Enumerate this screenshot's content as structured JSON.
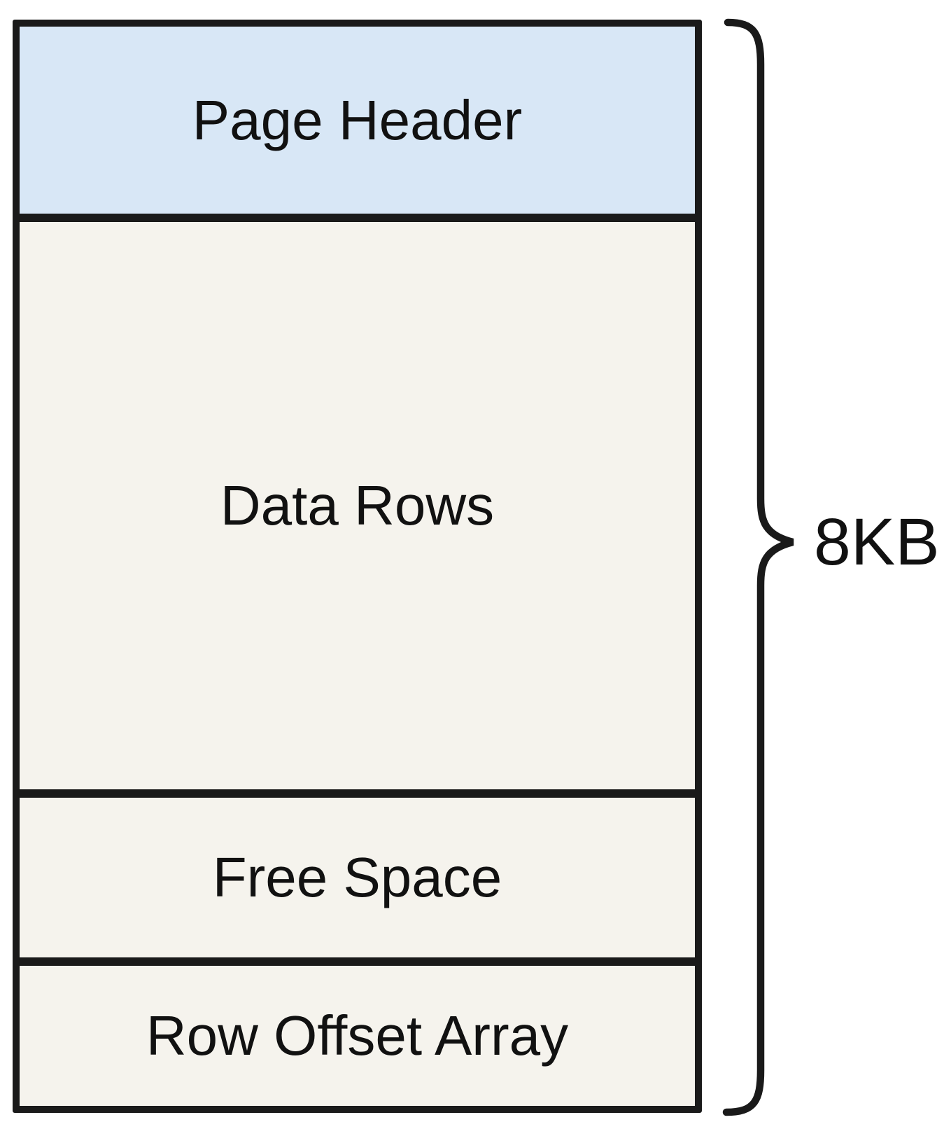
{
  "diagram": {
    "type": "database-page-layout",
    "sections": [
      {
        "label": "Page Header"
      },
      {
        "label": "Data Rows"
      },
      {
        "label": "Free Space"
      },
      {
        "label": "Row Offset Array"
      }
    ],
    "brace_label": "8KB",
    "colors": {
      "header_fill": "#d8e7f6",
      "section_fill": "#f5f3ed",
      "border": "#1a1a1a",
      "text": "#111111",
      "background": "#ffffff"
    }
  }
}
